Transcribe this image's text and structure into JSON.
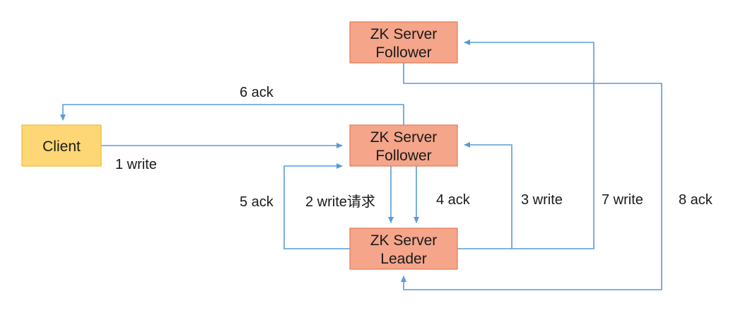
{
  "nodes": {
    "follower_top": {
      "line1": "ZK Server",
      "line2": "Follower"
    },
    "follower_mid": {
      "line1": "ZK Server",
      "line2": "Follower"
    },
    "leader": {
      "line1": "ZK Server",
      "line2": "Leader"
    },
    "client": {
      "label": "Client"
    }
  },
  "edges": {
    "e1": "1 write",
    "e2": "2 write请求",
    "e3": "3 write",
    "e4": "4 ack",
    "e5": "5 ack",
    "e6": "6 ack",
    "e7": "7 write",
    "e8": "8 ack"
  },
  "colors": {
    "server_fill": "#f4a58a",
    "server_border": "#e77a55",
    "client_fill": "#fdd775",
    "client_border": "#f1b93a",
    "edge": "#5b9bd5"
  }
}
